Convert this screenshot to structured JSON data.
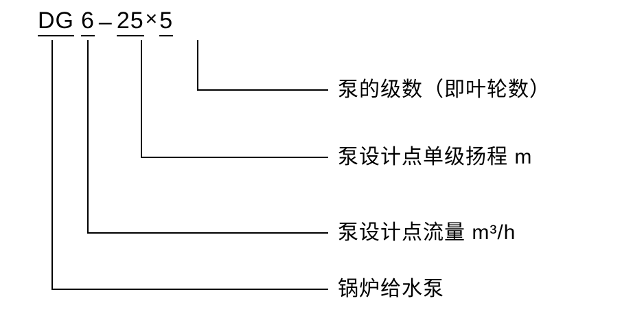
{
  "model_code": {
    "prefix": "DG",
    "flow_value": "6",
    "dash": "–",
    "head_value": "25",
    "times_sign": "×",
    "stages_value": "5"
  },
  "callouts": [
    {
      "id": "stages",
      "label": "泵的级数（即叶轮数）"
    },
    {
      "id": "head",
      "label": "泵设计点单级扬程 m"
    },
    {
      "id": "flow",
      "label": "泵设计点流量 m³/h"
    },
    {
      "id": "pump-type",
      "label": "锅炉给水泵"
    }
  ]
}
